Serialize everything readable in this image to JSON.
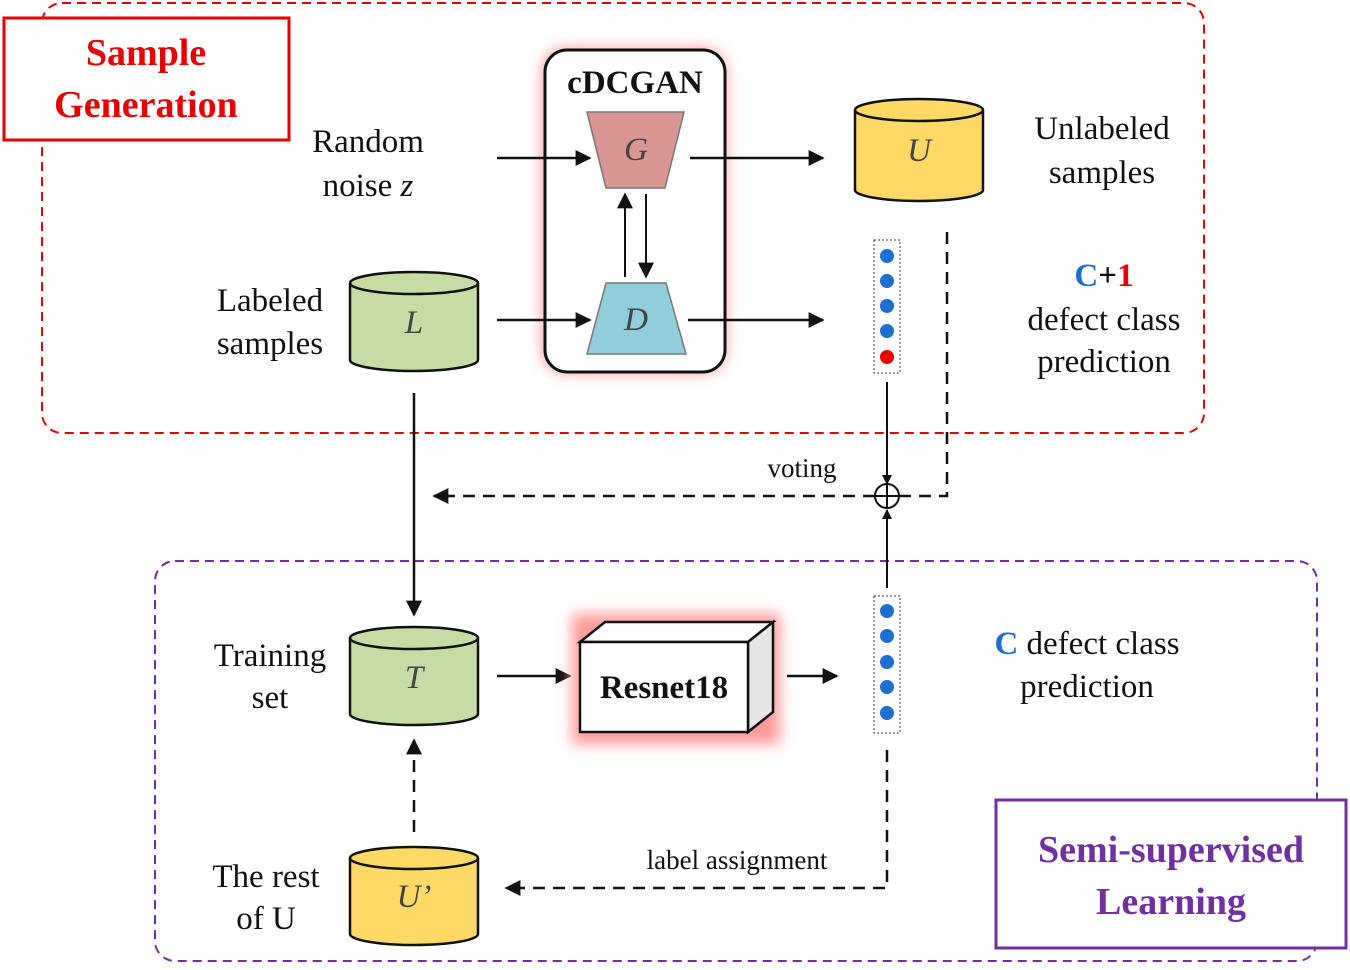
{
  "sample_generation": {
    "title_line1": "Sample",
    "title_line2": "Generation"
  },
  "semi_supervised": {
    "title_line1": "Semi-supervised",
    "title_line2": "Learning"
  },
  "cdcgan": {
    "title": "cDCGAN",
    "generator": "G",
    "discriminator": "D"
  },
  "inputs": {
    "random_noise_line1": "Random",
    "random_noise_line2": "noise",
    "random_noise_var": "z",
    "labeled_line1": "Labeled",
    "labeled_line2": "samples"
  },
  "cylinders": {
    "L": "L",
    "U": "U",
    "T": "T",
    "U_rest": "U’"
  },
  "outputs": {
    "unlabeled_line1": "Unlabeled",
    "unlabeled_line2": "samples",
    "c_plus_1_c": "C",
    "c_plus_1_plus": "+",
    "c_plus_1_one": "1",
    "c_plus_1_line2": "defect class",
    "c_plus_1_line3": "prediction",
    "c_pred_c": "C",
    "c_pred_rest": "defect class",
    "c_pred_line2": "prediction"
  },
  "labels": {
    "voting": "voting",
    "label_assignment": "label assignment",
    "training_line1": "Training",
    "training_line2": "set",
    "rest_line1": "The rest",
    "rest_line2": "of U",
    "resnet": "Resnet18"
  },
  "colors": {
    "red": "#e60000",
    "purple": "#7030a0",
    "blue": "#1f6fd0",
    "generator_fill": "#d99694",
    "discriminator_fill": "#92cddc",
    "yellow_cylinder": "#ffd966",
    "green_cylinder": "#c5dca4"
  }
}
